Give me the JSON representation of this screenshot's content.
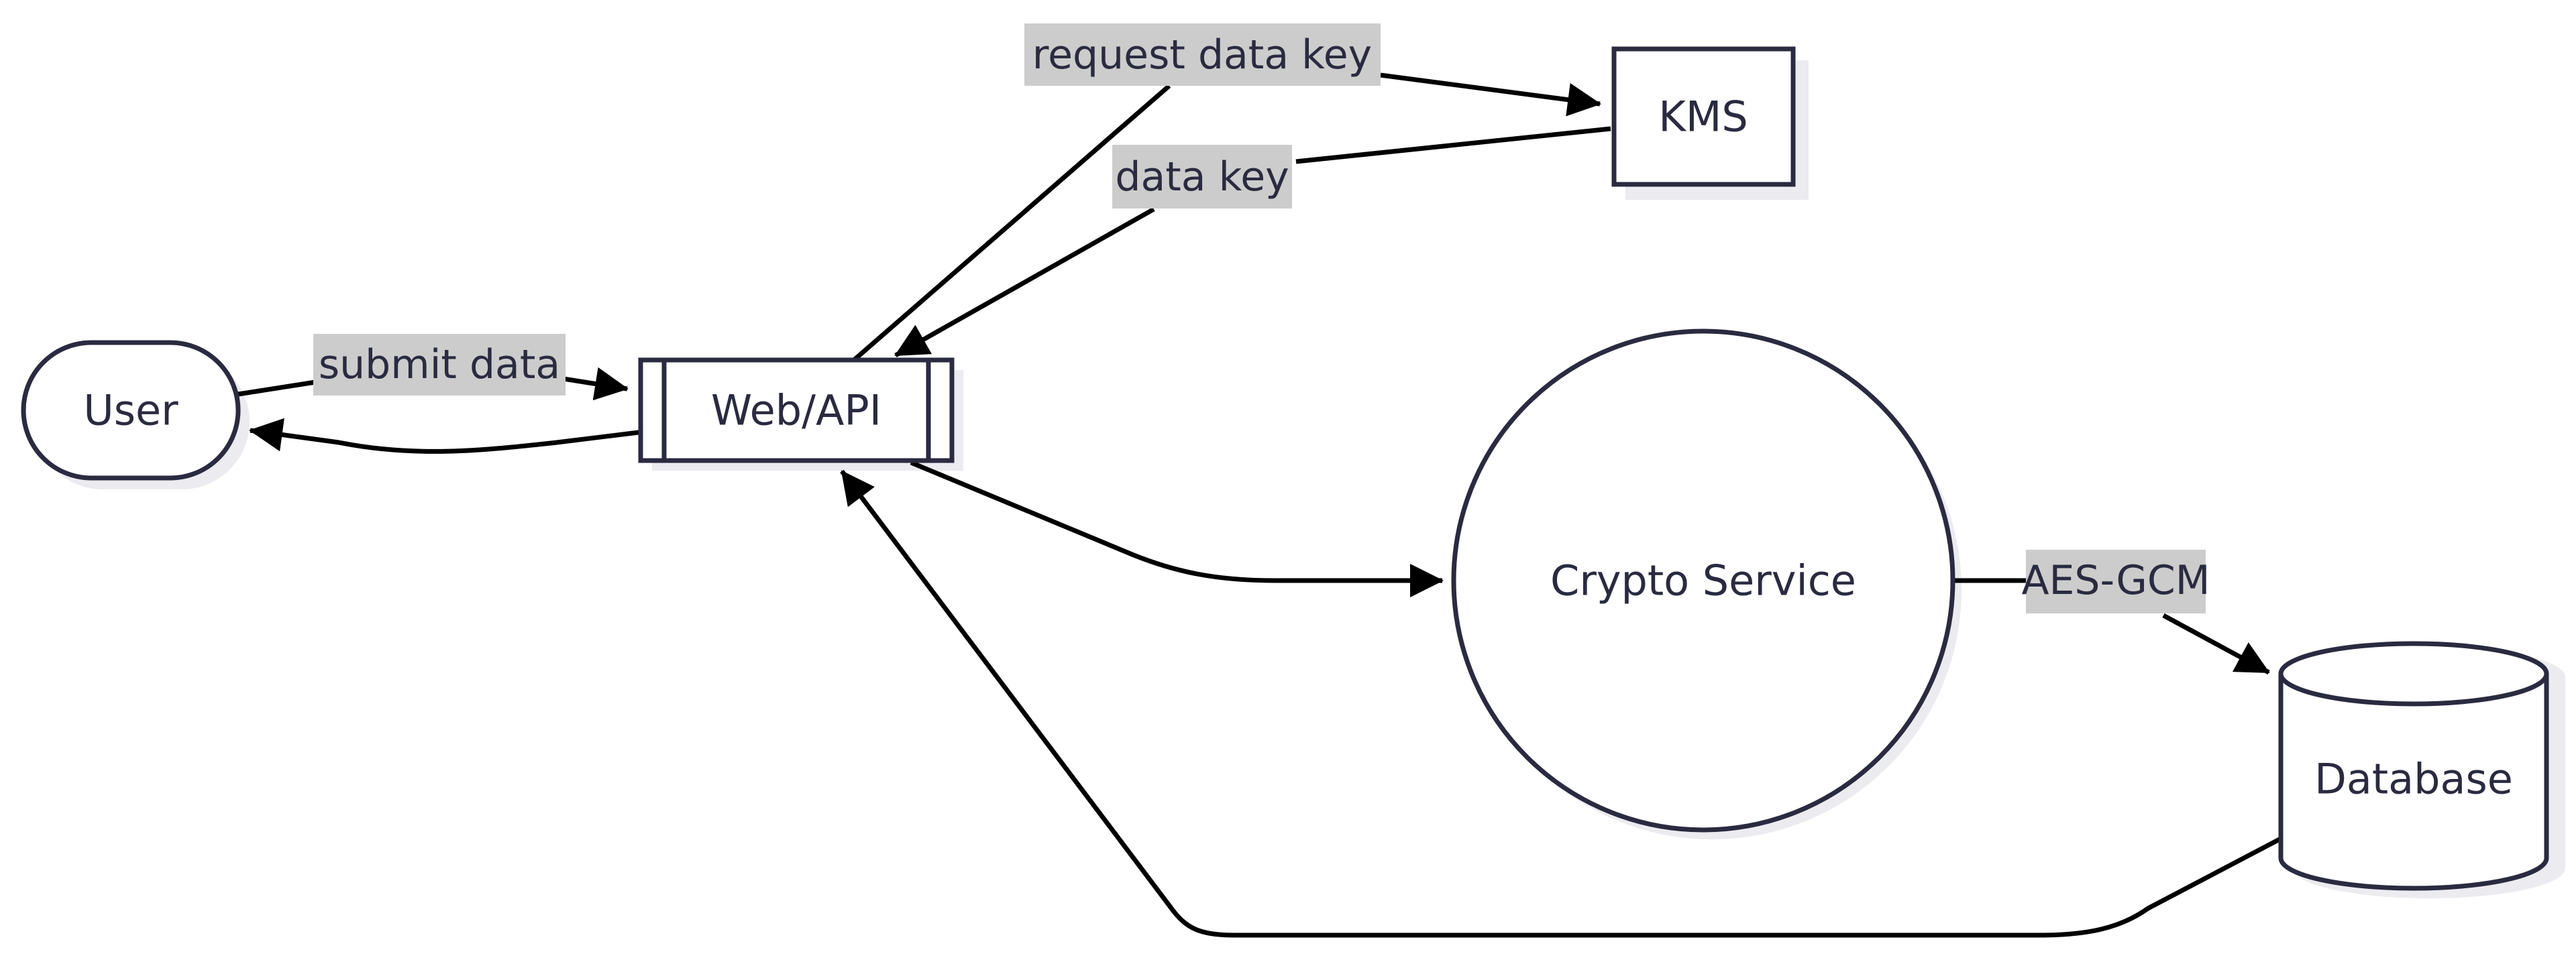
{
  "colors": {
    "node_stroke": "#2a2a40",
    "node_fill": "#ffffff",
    "edge_stroke": "#000000",
    "edge_label_bg": "#cccccc",
    "shadow": "#ebebf0"
  },
  "nodes": {
    "user": {
      "label": "User",
      "shape": "stadium"
    },
    "web_api": {
      "label": "Web/API",
      "shape": "subroutine"
    },
    "kms": {
      "label": "KMS",
      "shape": "rectangle"
    },
    "crypto_service": {
      "label": "Crypto Service",
      "shape": "circle"
    },
    "database": {
      "label": "Database",
      "shape": "cylinder"
    }
  },
  "edges": {
    "submit_data": {
      "from": "User",
      "to": "Web/API",
      "label": "submit data"
    },
    "api_to_user": {
      "from": "Web/API",
      "to": "User",
      "label": ""
    },
    "request_data_key": {
      "from": "Web/API",
      "to": "KMS",
      "label": "request data key"
    },
    "data_key": {
      "from": "KMS",
      "to": "Web/API",
      "label": "data key"
    },
    "api_to_crypto": {
      "from": "Web/API",
      "to": "Crypto Service",
      "label": ""
    },
    "aes_gcm": {
      "from": "Crypto Service",
      "to": "Database",
      "label": "AES-GCM"
    },
    "db_to_api": {
      "from": "Database",
      "to": "Web/API",
      "label": ""
    }
  }
}
